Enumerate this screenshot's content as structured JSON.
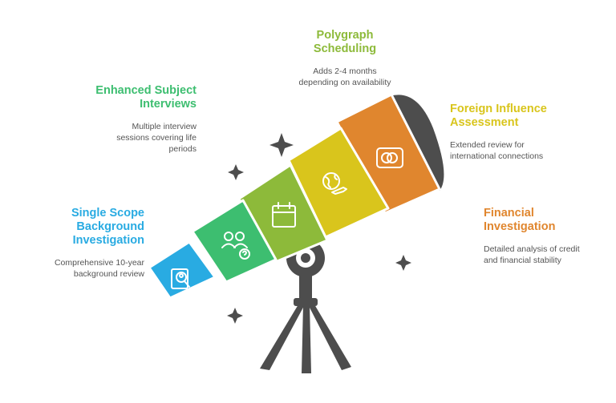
{
  "colors": {
    "blue": "#29ABE2",
    "green": "#3DBE70",
    "olive": "#8DBA3A",
    "yellow": "#D9C51C",
    "orange": "#E0862E",
    "dark": "#4D4D4D"
  },
  "stages": [
    {
      "title_lines": [
        "Single Scope",
        "Background",
        "Investigation"
      ],
      "description_lines": [
        "Comprehensive 10-year",
        "background review"
      ],
      "color": "#29ABE2",
      "icon": "person-search-icon"
    },
    {
      "title_lines": [
        "Enhanced Subject",
        "Interviews"
      ],
      "description_lines": [
        "Multiple interview",
        "sessions covering life",
        "periods"
      ],
      "color": "#3DBE70",
      "icon": "people-question-icon"
    },
    {
      "title_lines": [
        "Polygraph",
        "Scheduling"
      ],
      "description_lines": [
        "Adds 2-4 months",
        "depending on availability"
      ],
      "color": "#8DBA3A",
      "icon": "calendar-icon"
    },
    {
      "title_lines": [
        "Foreign Influence",
        "Assessment"
      ],
      "description_lines": [
        "Extended review for",
        "international connections"
      ],
      "color": "#D9C51C",
      "icon": "globe-airplane-icon"
    },
    {
      "title_lines": [
        "Financial",
        "Investigation"
      ],
      "description_lines": [
        "Detailed analysis of credit",
        "and financial stability"
      ],
      "color": "#E0862E",
      "icon": "credit-card-icon"
    }
  ]
}
